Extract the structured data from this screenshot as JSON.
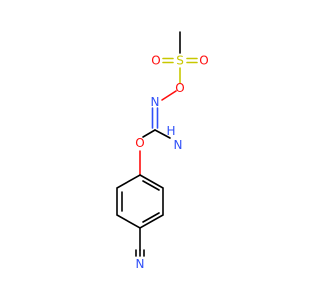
{
  "molecule": {
    "atoms": {
      "o_sulfonyl_left": "O",
      "s": "S",
      "o_sulfonyl_right": "O",
      "o_oxime": "O",
      "n_imine": "N",
      "nh2_n": "N",
      "nh2_h": "H",
      "o_ether": "O",
      "n_nitrile": "N"
    },
    "colors": {
      "bond": "#000000",
      "oxygen": "#ff0d0d",
      "nitrogen": "#3050f8",
      "sulfur": "#c8c800"
    }
  }
}
